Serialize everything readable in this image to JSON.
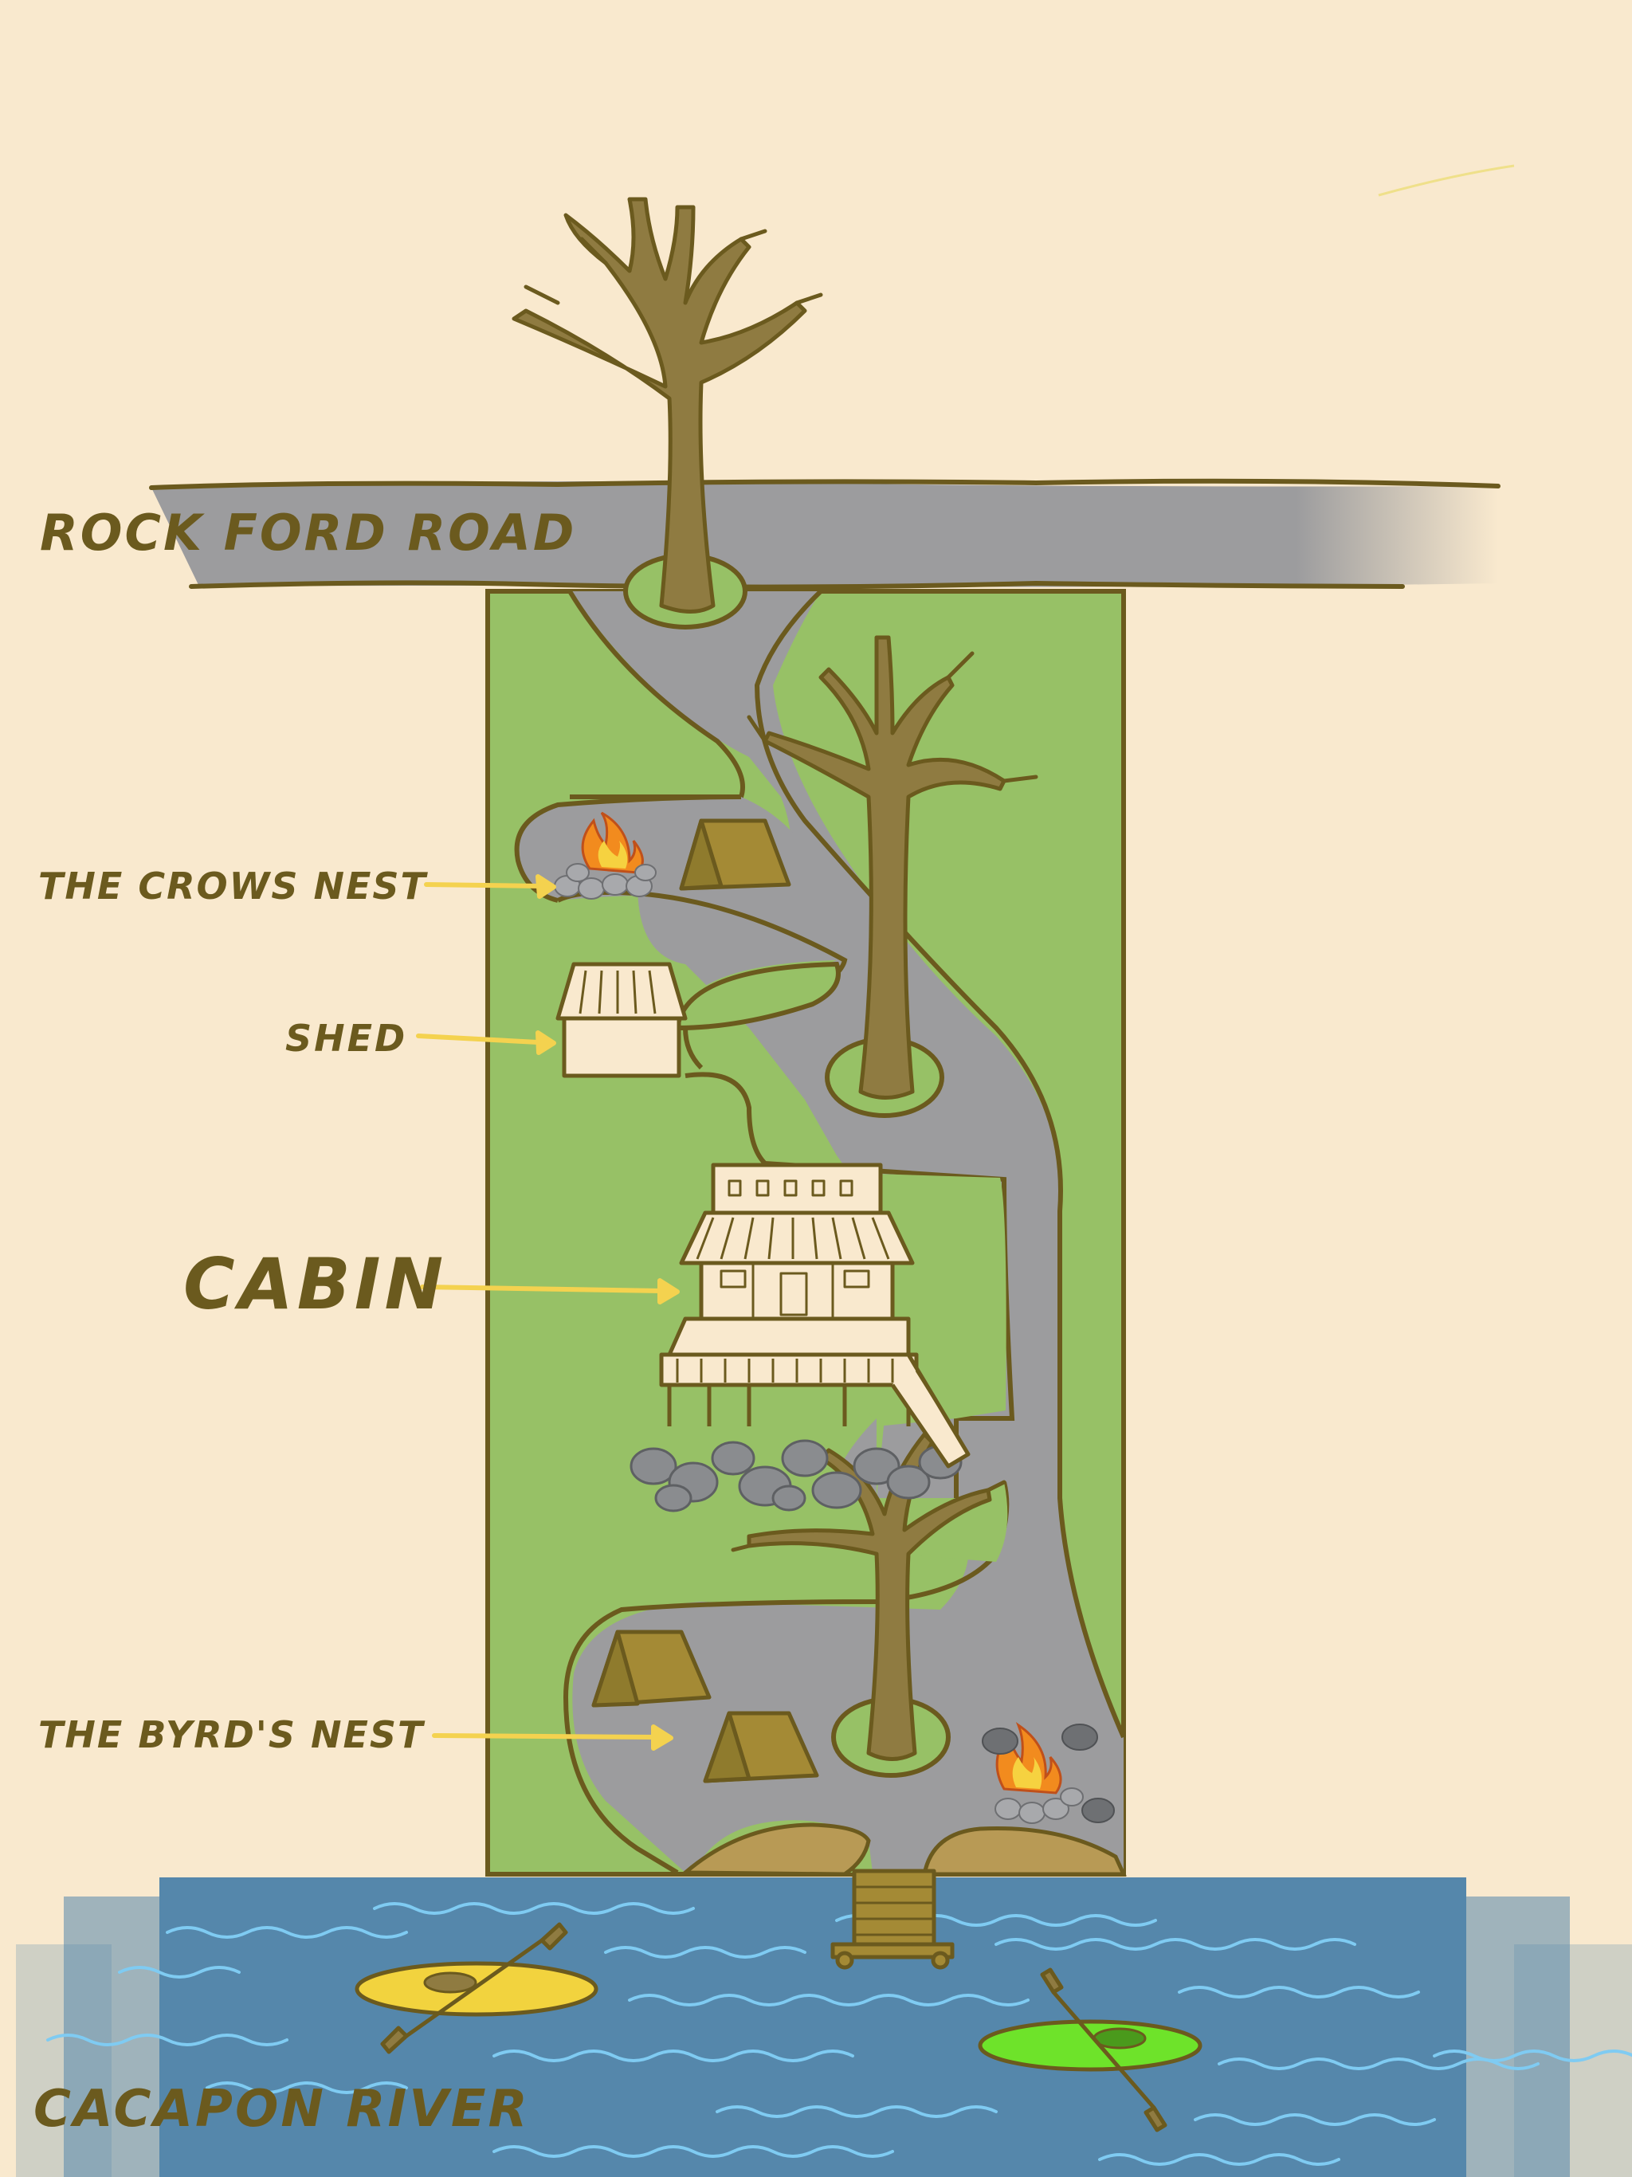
{
  "labels": {
    "road": "ROCK FORD ROAD",
    "crows_nest": "THE CROWS NEST",
    "shed": "SHED",
    "cabin": "CABIN",
    "byrds_nest": "THE BYRD'S NEST",
    "river": "CACAPON RIVER"
  },
  "colors": {
    "background": "#f9e9ce",
    "grass": "#97c166",
    "road": "#9c9c9e",
    "outline": "#6b5a1e",
    "tree": "#8f7b41",
    "tent": "#a48a35",
    "river": "#5587ab",
    "ripple": "#7fcbf2",
    "arrow": "#f4d24f",
    "kayak_yellow": "#f2d33e",
    "kayak_green": "#6ee32a"
  },
  "icons": [
    "tree-icon",
    "tent-icon",
    "campfire-icon",
    "shed-icon",
    "cabin-icon",
    "dock-icon",
    "kayak-icon",
    "rock-icon"
  ]
}
